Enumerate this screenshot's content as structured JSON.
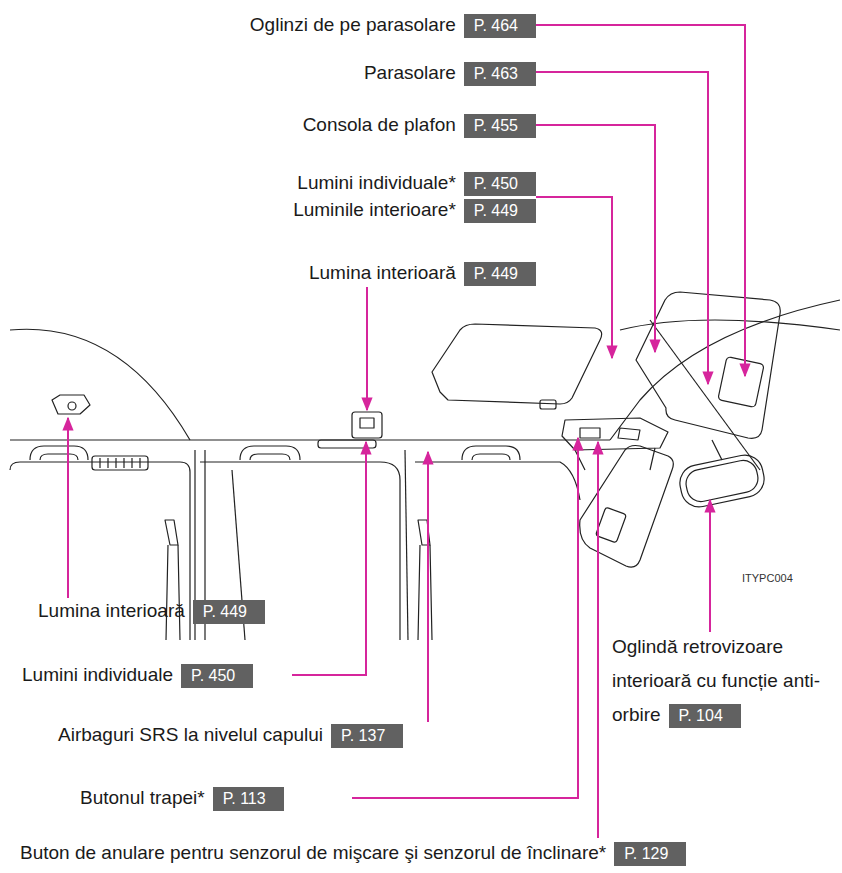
{
  "diagram": {
    "nodes": [
      {
        "text": [
          "Oglinzi de pe parasolare",
          "P. 464"
        ]
      },
      {
        "text": [
          "Parasolare",
          "P. 463"
        ]
      },
      {
        "text": [
          "Consola de plafon",
          "P. 455"
        ]
      },
      {
        "text": [
          "Lumini individuale*",
          "P. 450"
        ]
      },
      {
        "text": [
          "Luminile interioare*",
          "P. 449"
        ]
      },
      {
        "text": [
          "Lumina interioară",
          "P. 449"
        ]
      },
      {
        "text": [
          "Lumina interioară",
          "P. 449"
        ]
      },
      {
        "text": [
          "Oglindă retrovizoare interioară cu funcție anti-orbire",
          "P. 104"
        ]
      },
      {
        "text": [
          "Lumini individuale",
          "P. 450"
        ]
      },
      {
        "text": [
          "Airbaguri SRS la nivelul capului",
          "P. 137"
        ]
      },
      {
        "text": [
          "Butonul trapei*",
          "P. 113"
        ]
      },
      {
        "text": [
          "Buton de anulare pentru senzorul de mişcare şi senzorul de înclinare*",
          "P. 129"
        ]
      }
    ],
    "labels": [
      "ITYPC004"
    ]
  }
}
